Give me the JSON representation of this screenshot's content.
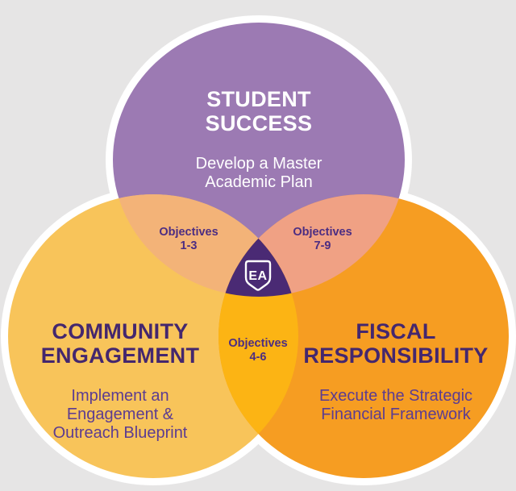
{
  "diagram": {
    "type": "venn-3",
    "background_color": "#E6E5E5",
    "ring_color": "#FFFFFF",
    "circles": {
      "student_success": {
        "title": "STUDENT\nSUCCESS",
        "subtitle": "Develop a Master\nAcademic Plan",
        "color": "#9C7AB3",
        "title_color": "#FFFFFF",
        "subtitle_color": "#FFFFFF"
      },
      "community_engagement": {
        "title": "COMMUNITY\nENGAGEMENT",
        "subtitle": "Implement an\nEngagement &\nOutreach Blueprint",
        "color": "#F8C45A",
        "title_color": "#44276E",
        "subtitle_color": "#5C3C91"
      },
      "fiscal_responsibility": {
        "title": "FISCAL\nRESPONSIBILITY",
        "subtitle": "Execute the Strategic\nFinancial Framework",
        "color": "#F69D22",
        "title_color": "#44276E",
        "subtitle_color": "#5C3C91"
      }
    },
    "overlaps": {
      "student_community": {
        "label": "Objectives\n1-3",
        "color": "#F3B378",
        "label_color": "#4C2D82"
      },
      "student_fiscal": {
        "label": "Objectives\n7-9",
        "color": "#F0A184",
        "label_color": "#4C2D82"
      },
      "community_fiscal": {
        "label": "Objectives\n4-6",
        "color": "#FCB414",
        "label_color": "#4C2D82"
      },
      "center": {
        "color": "#4A2A74",
        "logo_text": "EA"
      }
    }
  }
}
